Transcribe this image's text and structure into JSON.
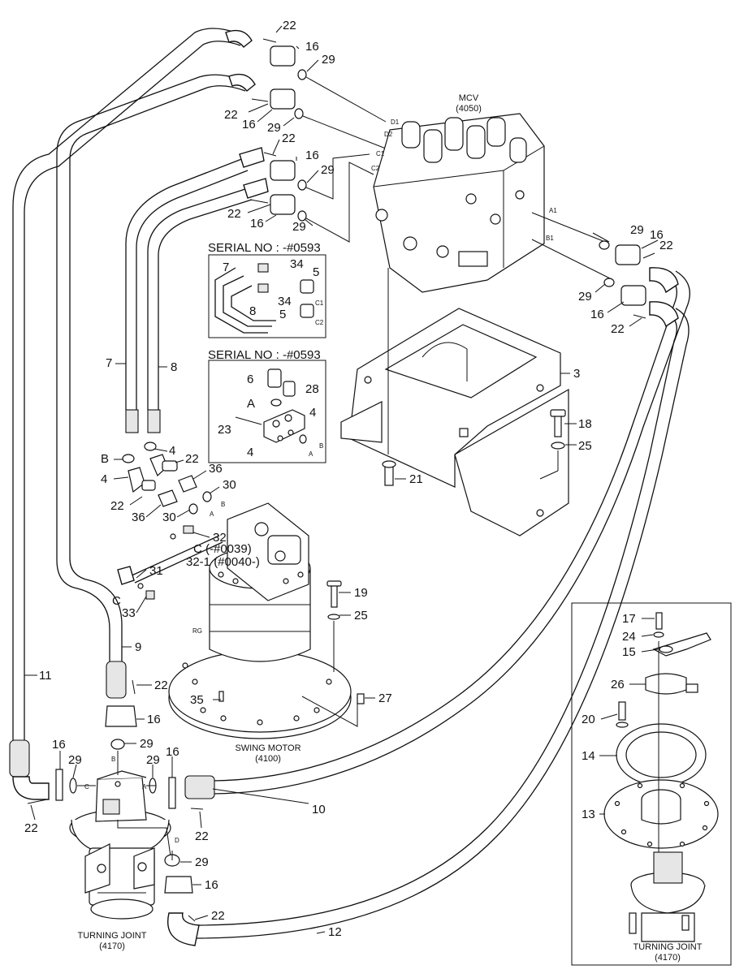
{
  "parts": {
    "p22a": "22",
    "p16a": "16",
    "p29a": "29",
    "p22b": "22",
    "p16b": "16",
    "p29b": "29",
    "p22c": "22",
    "p16c": "16",
    "p29c": "29",
    "p22d": "22",
    "p16d": "16",
    "p29d": "29",
    "p29e": "29",
    "p16e": "16",
    "p22e": "22",
    "p29f": "29",
    "p16f": "16",
    "p22f": "22",
    "p3": "3",
    "p18": "18",
    "p25a": "25",
    "p21": "21",
    "p7": "7",
    "p8": "8",
    "pB": "B",
    "p4a": "4",
    "p22g": "22",
    "p4b": "4",
    "p36a": "36",
    "p22h": "22",
    "p36b": "36",
    "p30a": "30",
    "p30b": "30",
    "p32": "32",
    "pC1": "C (-#0039)",
    "p32_1": "32-1 (#0040-)",
    "p31": "31",
    "pC2": "C",
    "p33": "33",
    "p19": "19",
    "p25b": "25",
    "p9": "9",
    "p22i": "22",
    "p16g": "16",
    "p29g": "29",
    "p35": "35",
    "p27": "27",
    "p11": "11",
    "p16h": "16",
    "p29h": "29",
    "p29i": "29",
    "p16i": "16",
    "p22j": "22",
    "p10": "10",
    "p22k": "22",
    "p29j": "29",
    "p16j": "16",
    "p22l": "22",
    "p12": "12",
    "p17": "17",
    "p24": "24",
    "p15": "15",
    "p26": "26",
    "p20": "20",
    "p14": "14",
    "p13": "13"
  },
  "inset1": {
    "title": "SERIAL NO : -#0593",
    "p7": "7",
    "p34a": "34",
    "p5a": "5",
    "p34b": "34",
    "p8": "8",
    "p5b": "5",
    "c1": "C1",
    "c2": "C2"
  },
  "inset2": {
    "title": "SERIAL NO : -#0593",
    "p6": "6",
    "p28": "28",
    "pA": "A",
    "p23": "23",
    "p4a": "4",
    "p4b": "4",
    "sB": "B",
    "sA": "A"
  },
  "ports": {
    "d1": "D1",
    "d2": "D2",
    "c1": "C1",
    "c2": "C2",
    "a1": "A1",
    "b1": "B1",
    "a": "A",
    "b": "B",
    "c": "C",
    "d": "D",
    "rg": "RG",
    "b2": "B",
    "a2": "A"
  },
  "components": {
    "mcv_name": "MCV",
    "mcv_code": "(4050)",
    "swing_name": "SWING MOTOR",
    "swing_code": "(4100)",
    "tj_name": "TURNING JOINT",
    "tj_code": "(4170)",
    "tj2_name": "TURNING JOINT",
    "tj2_code": "(4170)"
  }
}
